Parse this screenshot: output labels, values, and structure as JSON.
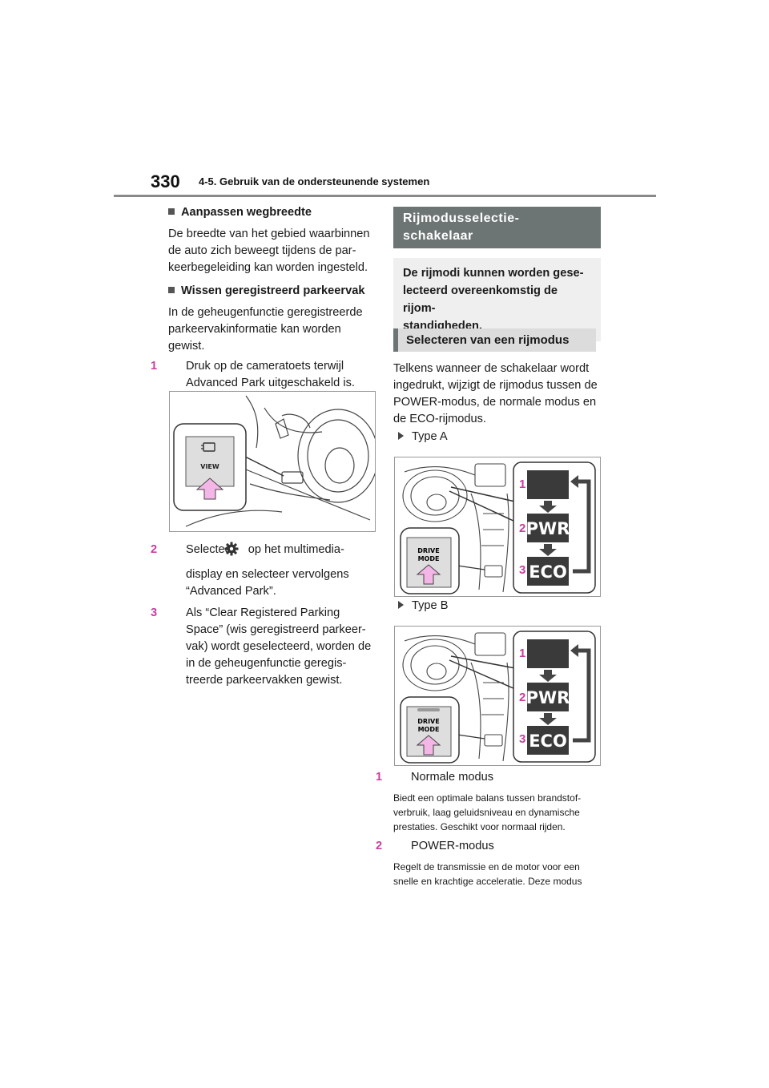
{
  "header": {
    "page_number": "330",
    "title": "4-5. Gebruik van de ondersteunende systemen"
  },
  "left": {
    "heading1": "Aanpassen wegbreedte",
    "para1": "De breedte van het gebied waarbinnen de auto zich beweegt tijdens de parkeerbegeleiding kan worden ingesteld.",
    "para1_lines": [
      "De breedte van het gebied waarbinnen",
      "de auto zich beweegt tijdens de par-",
      "keerbegeleiding kan worden ingesteld."
    ],
    "heading2": "Wissen geregistreerd parkeervak",
    "para2_lines": [
      "In de geheugenfunctie geregistreerde",
      "parkeervakinformatie kan worden",
      "gewist."
    ],
    "step1_num": "1",
    "step1_lines": [
      "Druk op de cameratoets terwijl",
      "Advanced Park uitgeschakeld is."
    ],
    "figure1": {
      "button_label": "VIEW",
      "icon": "camera-icon"
    },
    "step2_num": "2",
    "step2_line1_a": "Selecteer",
    "step2_line1_b": "op het multimedia-",
    "step2_icon": "gear-icon",
    "step2_lines": [
      "display en selecteer vervolgens",
      "“Advanced Park”."
    ],
    "step3_num": "3",
    "step3_lines": [
      "Als “Clear Registered Parking",
      "Space” (wis geregistreerd parkeer-",
      "vak) wordt geselecteerd, worden de",
      "in de geheugenfunctie geregis-",
      "treerde parkeervakken gewist."
    ]
  },
  "right": {
    "banner_lines": [
      "Rijmodusselectie-",
      "schakelaar"
    ],
    "intro_lines": [
      "De rijmodi kunnen worden gese-",
      "lecteerd overeenkomstig de rijom-",
      "standigheden."
    ],
    "sub_banner": "Selecteren van een rijmodus",
    "para_lines": [
      "Telkens wanneer de schakelaar wordt",
      "ingedrukt, wijzigt de rijmodus tussen de",
      "POWER-modus, de normale modus en",
      "de ECO-rijmodus."
    ],
    "type_a": "Type A",
    "type_b": "Type B",
    "figure": {
      "drive_line1": "DRIVE",
      "drive_line2": "MODE",
      "num1": "1",
      "num2": "2",
      "num3": "3",
      "pwr": "PWR",
      "eco": "ECO"
    },
    "mode1_num": "1",
    "mode1_title": "Normale modus",
    "mode1_desc_lines": [
      "Biedt een optimale balans tussen brandstof-",
      "verbruik, laag geluidsniveau en dynamische",
      "prestaties. Geschikt voor normaal rijden."
    ],
    "mode2_num": "2",
    "mode2_title": "POWER-modus",
    "mode2_desc_lines": [
      "Regelt de transmissie en de motor voor een",
      "snelle en krachtige acceleratie. Deze modus"
    ]
  },
  "colors": {
    "accent": "#c83ea0",
    "banner": "#6d7574",
    "arrow": "#f3b6e6"
  }
}
